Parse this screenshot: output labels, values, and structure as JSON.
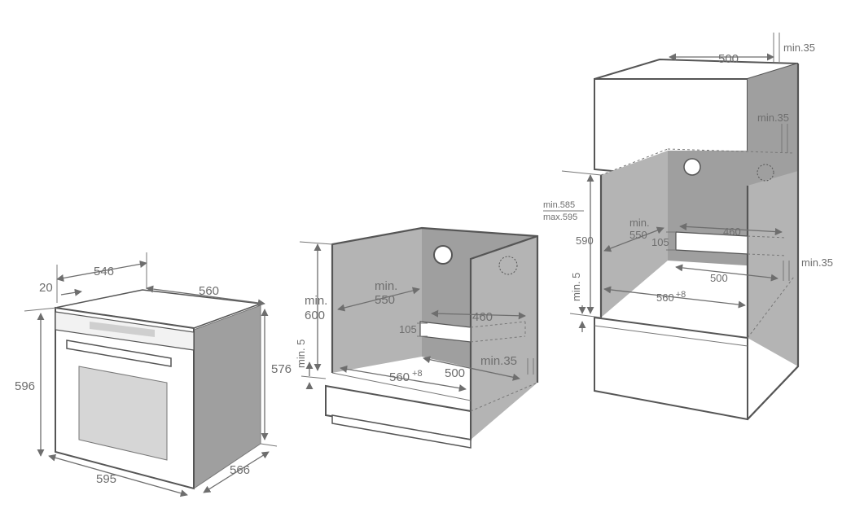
{
  "dimensions": {
    "oven": {
      "d546": "546",
      "d20": "20",
      "d560": "560",
      "d596": "596",
      "d576": "576",
      "d595": "595",
      "d566": "566"
    },
    "under_counter": {
      "min600": "min.\n600",
      "min550": "min.\n550",
      "d460": "460",
      "d105": "105",
      "min5": "min. 5",
      "d560": "560",
      "d560_sup": "+8",
      "d500": "500",
      "min35": "min.35"
    },
    "tall_unit": {
      "d500_top": "500",
      "min35_top": "min.35",
      "min35_mid": "min.35",
      "min585": "min.585",
      "max595": "max.595",
      "d590": "590",
      "min550": "min.\n550",
      "d460": "460",
      "d105": "105",
      "min35_right": "min.35",
      "d500_mid": "500",
      "min5": "min. 5",
      "d560": "560",
      "d560_sup": "+8"
    }
  }
}
